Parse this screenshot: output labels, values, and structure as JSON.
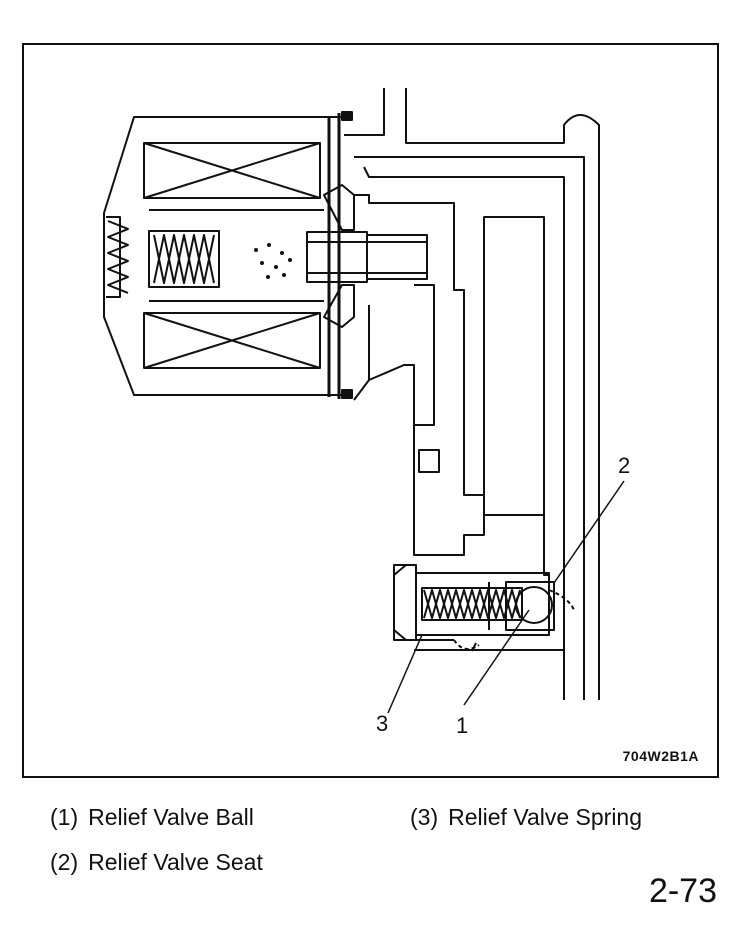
{
  "diagram": {
    "callouts": {
      "c1": "1",
      "c2": "2",
      "c3": "3"
    },
    "figure_code": "704W2B1A"
  },
  "legend": [
    {
      "num": "(1)",
      "label": "Relief Valve Ball"
    },
    {
      "num": "(2)",
      "label": "Relief Valve Seat"
    },
    {
      "num": "(3)",
      "label": "Relief Valve Spring"
    }
  ],
  "page_number": "2-73"
}
